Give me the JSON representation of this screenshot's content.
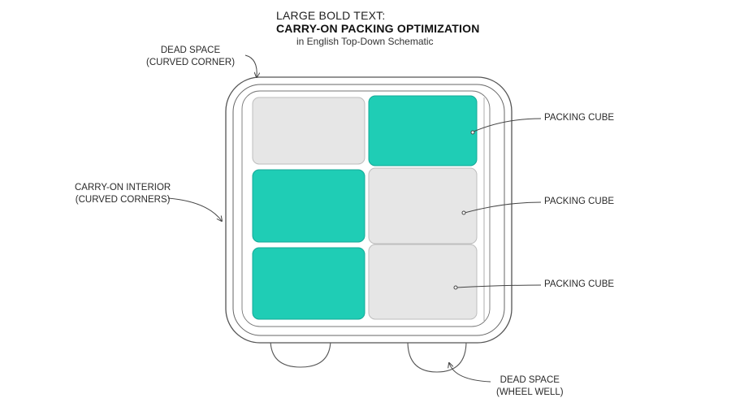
{
  "title": {
    "line1": "LARGE BOLD TEXT:",
    "line2": "CARRY-ON PACKING OPTIMIZATION",
    "line3": "in English Top-Down Schematic"
  },
  "labels": {
    "dead_space_corner": [
      "DEAD SPACE",
      "(CURVED CORNER)"
    ],
    "interior": [
      "CARRY-ON INTERIOR",
      "(CURVED CORNERS)"
    ],
    "cube_1": "PACKING CUBE",
    "cube_2": "PACKING CUBE",
    "cube_3": "PACKING CUBE",
    "dead_space_wheel": [
      "DEAD SPACE",
      "(WHEEL WELL)"
    ]
  },
  "colors": {
    "teal": "#1fcdb5",
    "grey_cube": "#e6e6e6",
    "outline": "#555555",
    "leader": "#444444"
  },
  "cubes": [
    {
      "fill": "grey"
    },
    {
      "fill": "teal"
    },
    {
      "fill": "teal"
    },
    {
      "fill": "grey"
    },
    {
      "fill": "teal"
    },
    {
      "fill": "grey"
    }
  ]
}
